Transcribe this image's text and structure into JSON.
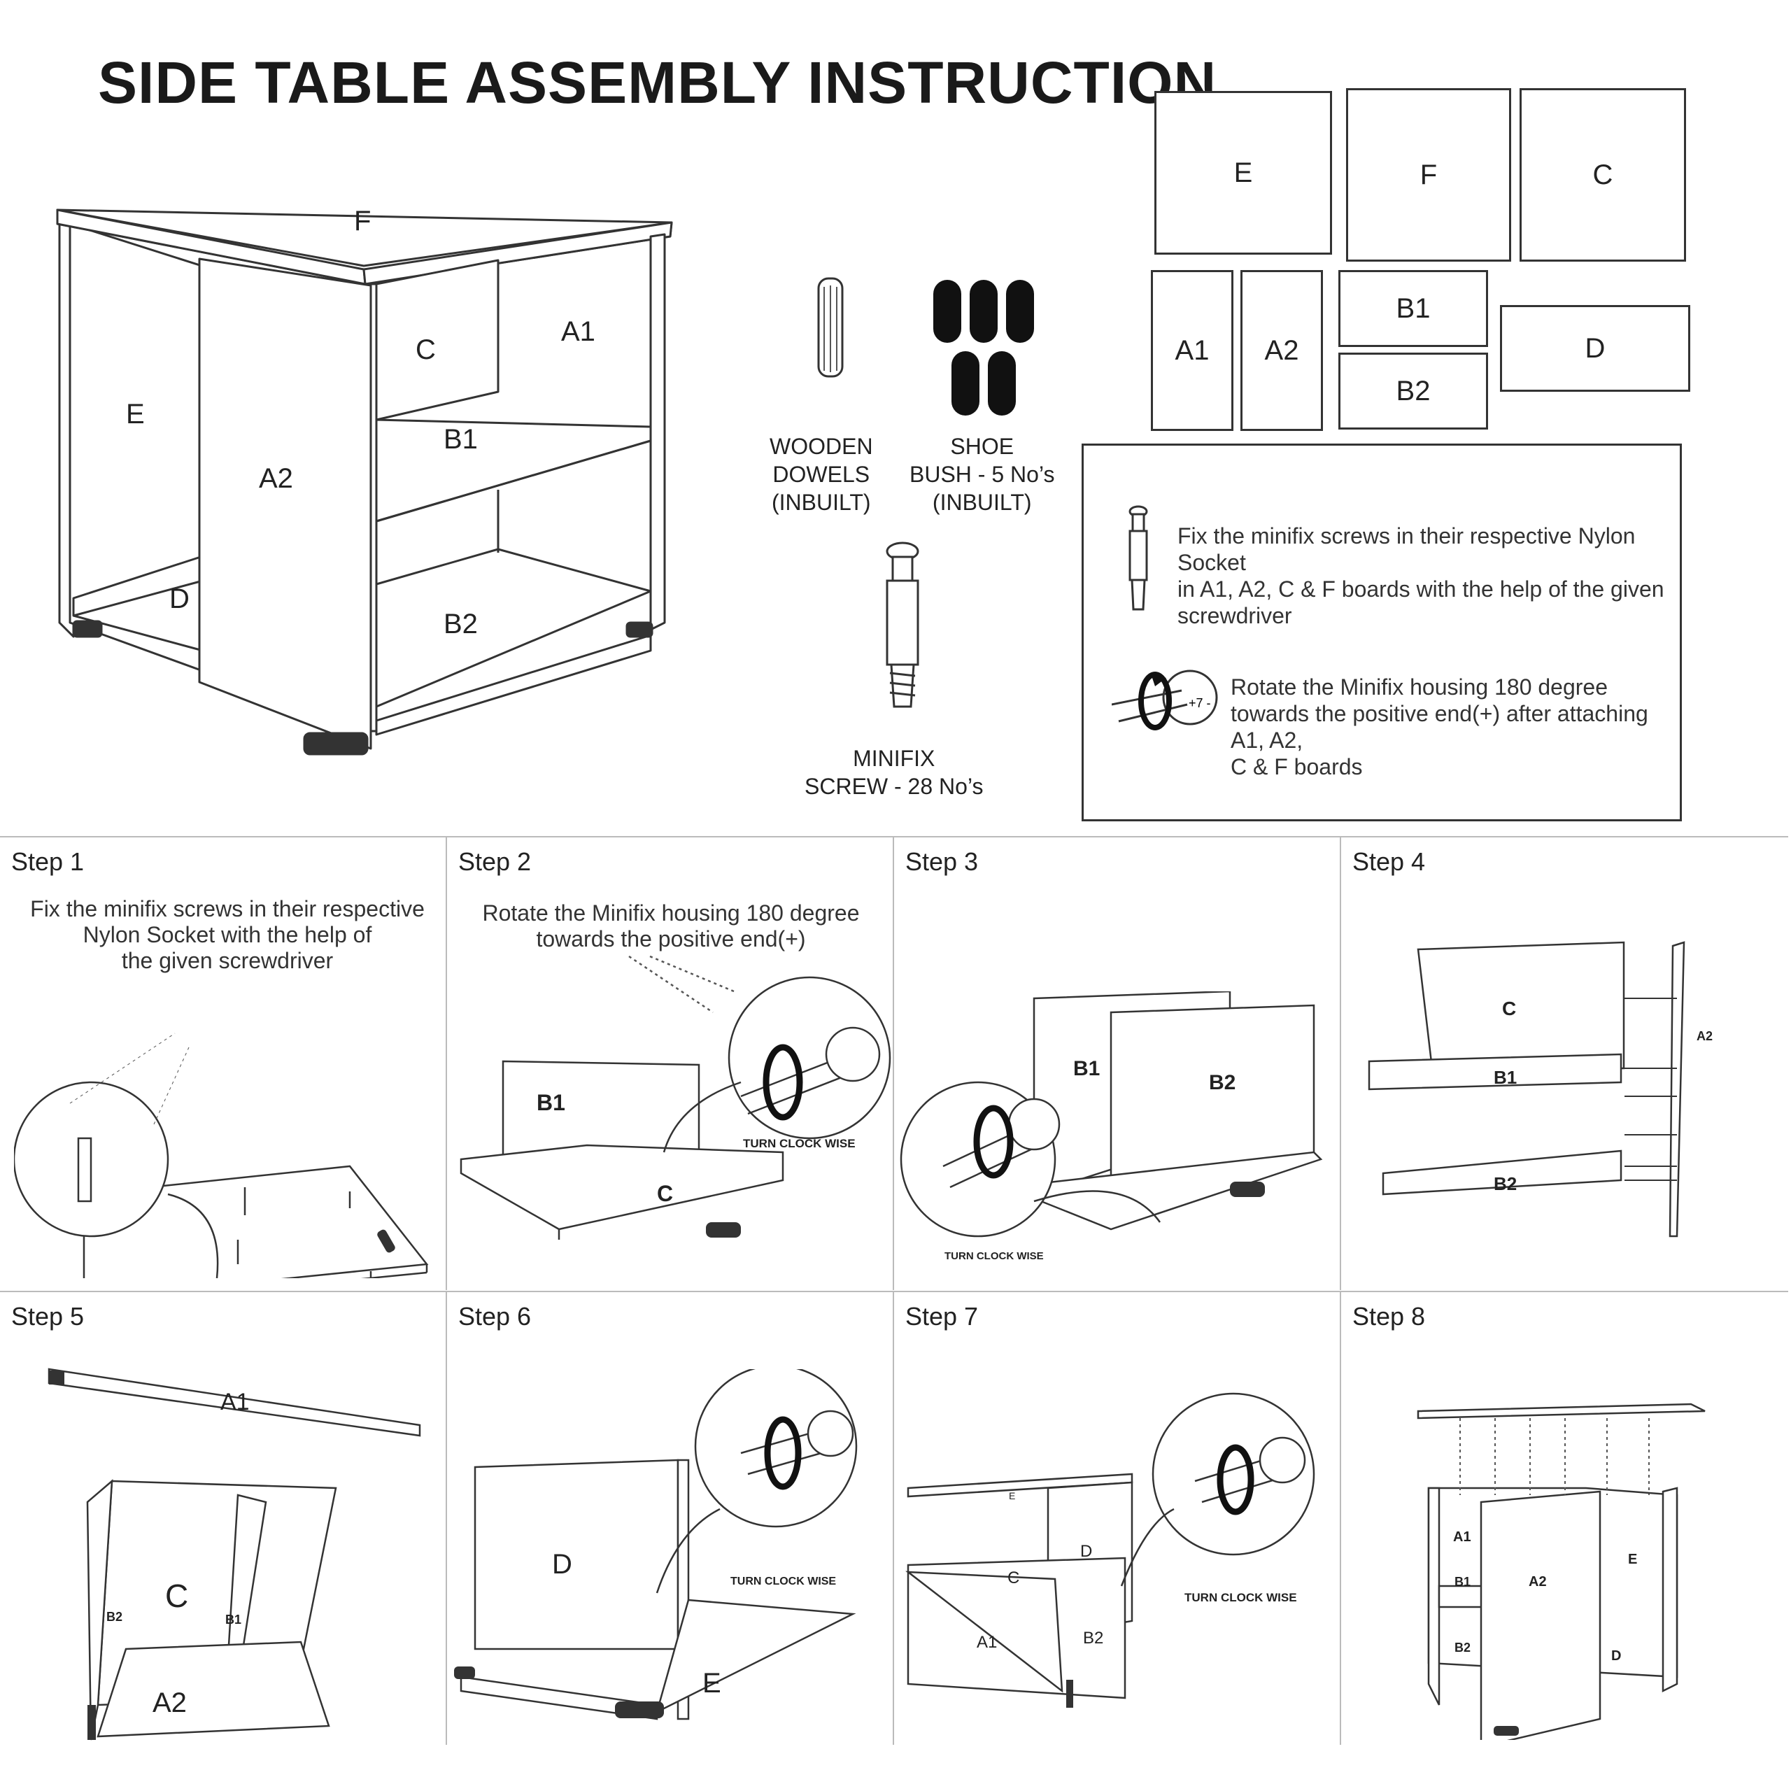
{
  "title": "SIDE TABLE ASSEMBLY INSTRUCTION",
  "main_diagram": {
    "labels": [
      "F",
      "C",
      "A1",
      "E",
      "A2",
      "B1",
      "D",
      "B2"
    ]
  },
  "parts": {
    "E": "E",
    "F": "F",
    "C": "C",
    "A1": "A1",
    "A2": "A2",
    "B1": "B1",
    "B2": "B2",
    "D": "D"
  },
  "hardware": {
    "dowels": [
      "WOODEN",
      "DOWELS",
      "(INBUILT)"
    ],
    "bush": [
      "SHOE",
      "BUSH - 5 No’s",
      "(INBUILT)"
    ],
    "minifix": [
      "MINIFIX",
      "SCREW - 28 No’s"
    ]
  },
  "info": {
    "screw_text": [
      "Fix the minifix screws in their respective Nylon Socket",
      "in A1, A2, C & F boards with the help of the given",
      "screwdriver"
    ],
    "rotate_text": [
      "Rotate the Minifix housing 180 degree",
      "towards the positive end(+) after attaching A1, A2,",
      "C & F boards"
    ]
  },
  "steps": [
    {
      "label": "Step 1",
      "note": [
        "Fix the minifix screws in their respective",
        "Nylon Socket with the help of",
        "the given screwdriver"
      ]
    },
    {
      "label": "Step 2",
      "note": [
        "Rotate the Minifix housing 180 degree",
        "towards the positive end(+)"
      ],
      "labels": [
        "B1",
        "C"
      ],
      "turn": "TURN CLOCK WISE"
    },
    {
      "label": "Step 3",
      "labels": [
        "B1",
        "B2"
      ],
      "turn": "TURN CLOCK WISE"
    },
    {
      "label": "Step 4",
      "labels": [
        "C",
        "B1",
        "B2",
        "A2"
      ]
    },
    {
      "label": "Step 5",
      "labels": [
        "A1",
        "C",
        "B2",
        "B1",
        "A2"
      ]
    },
    {
      "label": "Step 6",
      "labels": [
        "D",
        "E"
      ],
      "turn": "TURN CLOCK WISE"
    },
    {
      "label": "Step 7",
      "labels": [
        "E",
        "D",
        "C",
        "A1",
        "B2"
      ],
      "turn": "TURN CLOCK WISE"
    },
    {
      "label": "Step 8",
      "labels": [
        "A1",
        "B1",
        "B2",
        "A2",
        "E",
        "D"
      ]
    }
  ]
}
